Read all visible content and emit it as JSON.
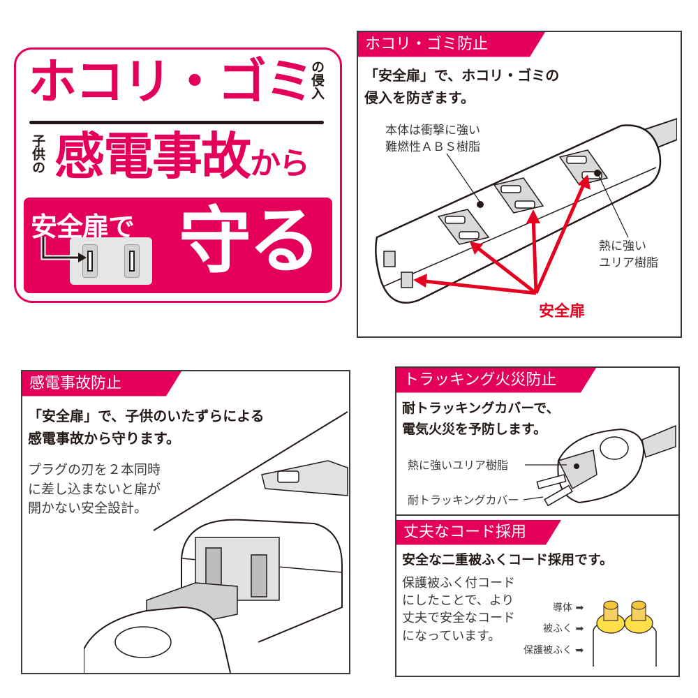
{
  "hero": {
    "line1_main": "ホコリ・ゴミ",
    "line1_suffix": "の侵入",
    "line2_prefix": "子供の",
    "line2_main": "感電事故",
    "line2_suffix": "から",
    "band_left": "安全扉で",
    "band_right": "守る",
    "accent_color": "#e4005a"
  },
  "panel_dust": {
    "tag": "ホコリ・ゴミ防止",
    "bold_line1": "「安全扉」で、ホコリ・ゴミの",
    "bold_line2": "侵入を防ぎます。",
    "label_body_line1": "本体は衝撃に強い",
    "label_body_line2": "難燃性ＡＢＳ樹脂",
    "label_resin_line1": "熱に強い",
    "label_resin_line2": "ユリア樹脂",
    "label_shutter": "安全扉",
    "arrow_color": "#e4001e"
  },
  "panel_shock": {
    "tag": "感電事故防止",
    "bold_line1": "「安全扉」で、子供のいたずらによる",
    "bold_line2": "感電事故から守ります。",
    "reg_line1": "プラグの刃を２本同時",
    "reg_line2": "に差し込まないと扉が",
    "reg_line3": "開かない安全設計。"
  },
  "panel_tracking": {
    "tag": "トラッキング火災防止",
    "bold_line1": "耐トラッキングカバーで、",
    "bold_line2": "電気火災を予防します。",
    "label_resin": "熱に強いユリア樹脂",
    "label_cover": "耐トラッキングカバー"
  },
  "panel_cord": {
    "tag": "丈夫なコード採用",
    "bold_line1": "安全な二重被ふくコード採用です。",
    "reg_line1": "保護被ふく付コード",
    "reg_line2": "にしたことで、より",
    "reg_line3": "丈夫で安全なコード",
    "reg_line4": "になっています。",
    "label_conductor": "導体",
    "label_insulation": "被ふく",
    "label_sheath": "保護被ふく"
  }
}
